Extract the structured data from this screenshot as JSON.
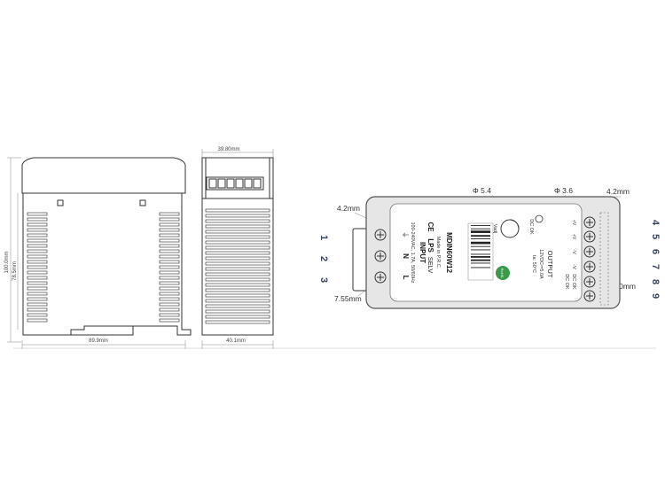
{
  "front_view": {
    "width_label": "89.9mm",
    "height_label": "100.0mm",
    "inner_height_label": "78.5mm"
  },
  "side_view": {
    "top_width_label": "39.80mm",
    "bottom_width_label": "40.1mm"
  },
  "top_view": {
    "hole_large_label": "Φ 5.4",
    "hole_small_label": "Φ 3.6",
    "left_margin_label": "4.2mm",
    "right_margin_label": "4.2mm",
    "bottom_left_label": "7.55mm",
    "bottom_right_label": "5.0mm",
    "left_pin_numbers": [
      "1",
      "2",
      "3"
    ],
    "right_pin_numbers": [
      "4",
      "5",
      "6",
      "7",
      "8",
      "9"
    ],
    "input_terminals": [
      "⏚",
      "N",
      "L"
    ],
    "model": "MDIN60W12",
    "made_in": "Made in P.R.C.",
    "marks": [
      "CE",
      "LPS",
      "SELV"
    ],
    "input_title": "INPUT",
    "input_rating": "100-240VAC, 1.7A, 50/60Hz",
    "output_title": "OUTPUT",
    "output_rating": "12VDC⎓5.0A",
    "ta_rating": "ta: 50°C",
    "vadj_label": "Vadj",
    "dcok_label": "DC OK",
    "output_terminals": [
      "+V",
      "+V",
      "-V",
      "-V",
      "DC OK",
      "DC OK"
    ],
    "badge_text": "RoHS"
  }
}
